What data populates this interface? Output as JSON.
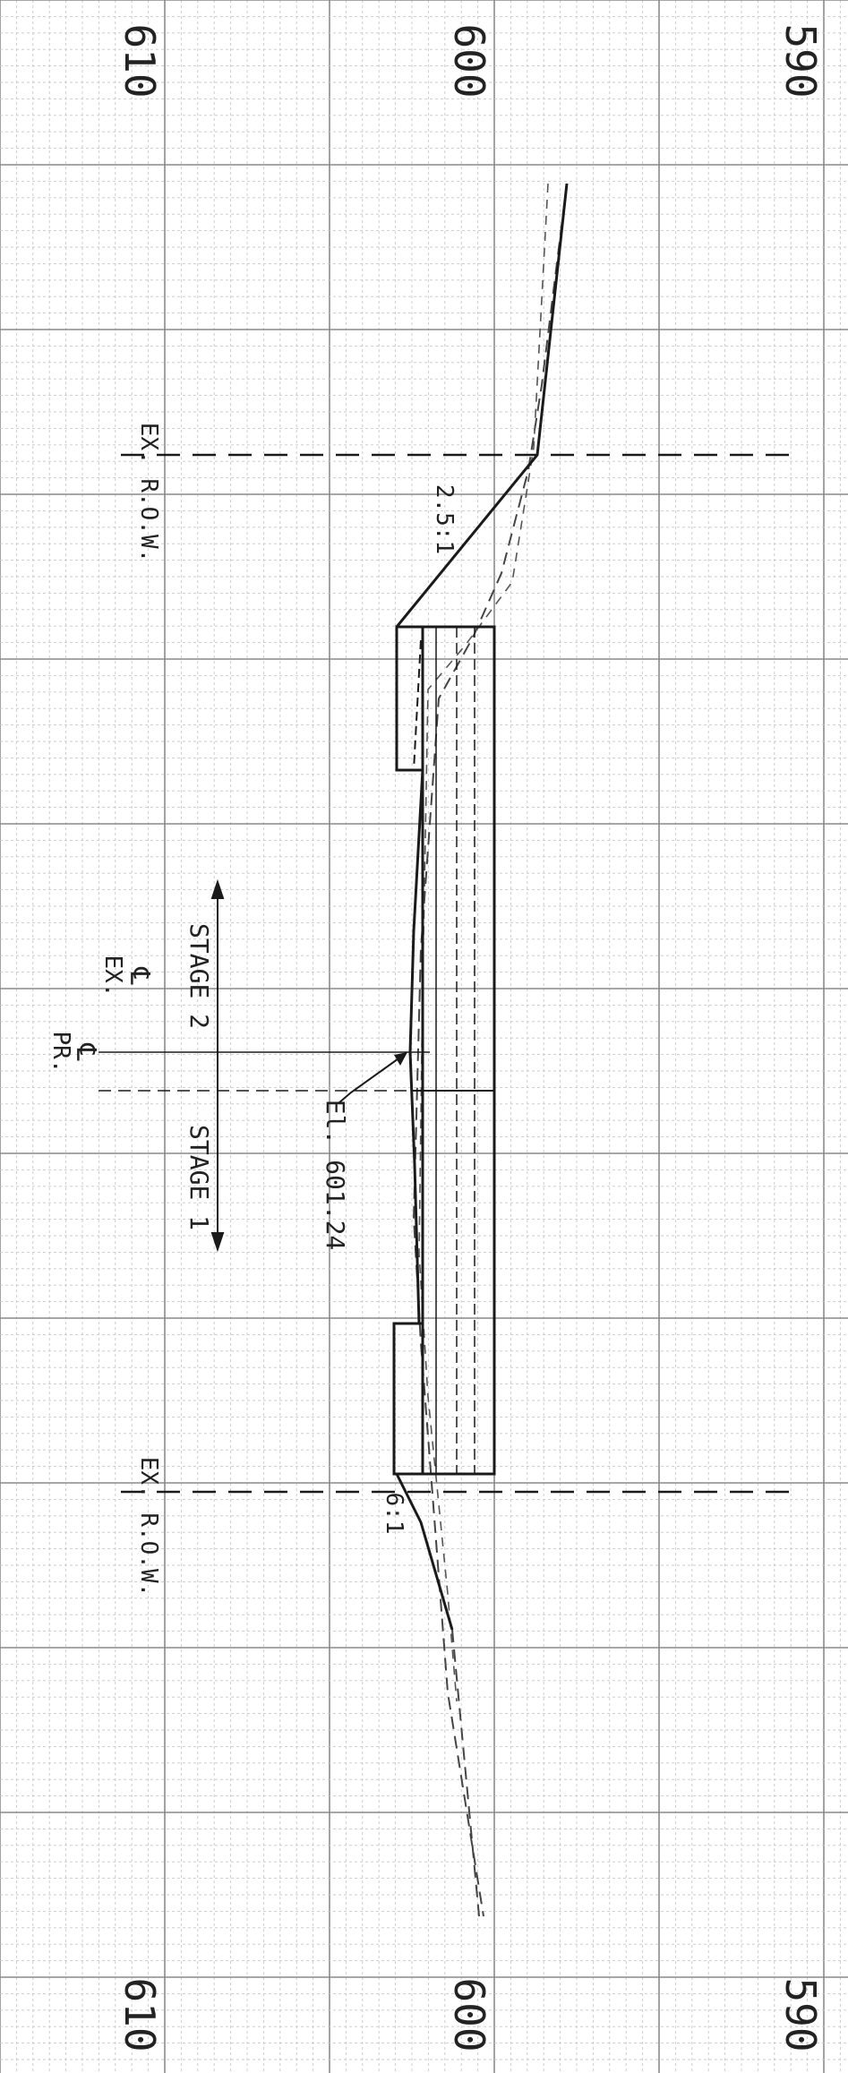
{
  "elevations": {
    "top": [
      "610",
      "600",
      "590"
    ],
    "bottom": [
      "610",
      "600",
      "590"
    ]
  },
  "labels": {
    "pr_cl": "PR.",
    "ex_cl": "EX.",
    "centerline_symbol": "℄",
    "stage1": "STAGE 1",
    "stage2": "STAGE 2",
    "elevation_callout": "El. 601.24",
    "ex_row_top": "EX. R.O.W.",
    "ex_row_bottom": "EX. R.O.W.",
    "slope_right": "2.5:1",
    "slope_left": "6:1"
  },
  "colors": {
    "grid_minor": "#c8c8c8",
    "grid_major": "#8a8a8a",
    "ink": "#1a1a1a",
    "dashed": "#444444"
  }
}
